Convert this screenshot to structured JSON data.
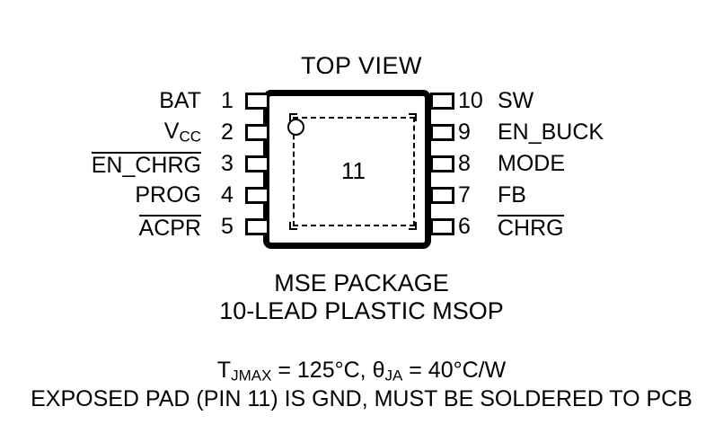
{
  "title": "TOP VIEW",
  "package": {
    "name": "MSE PACKAGE",
    "leads": "10-LEAD PLASTIC MSOP",
    "exposed_pad_number": "11"
  },
  "pins": {
    "left": [
      {
        "num": "1",
        "name": "BAT",
        "overline": false,
        "subscript": ""
      },
      {
        "num": "2",
        "name": "V",
        "overline": false,
        "subscript": "CC"
      },
      {
        "num": "3",
        "name": "EN_CHRG",
        "overline": true,
        "subscript": ""
      },
      {
        "num": "4",
        "name": "PROG",
        "overline": false,
        "subscript": ""
      },
      {
        "num": "5",
        "name": "ACPR",
        "overline": true,
        "subscript": ""
      }
    ],
    "right": [
      {
        "num": "10",
        "name": "SW",
        "overline": false,
        "subscript": ""
      },
      {
        "num": "9",
        "name": "EN_BUCK",
        "overline": false,
        "subscript": ""
      },
      {
        "num": "8",
        "name": "MODE",
        "overline": false,
        "subscript": ""
      },
      {
        "num": "7",
        "name": "FB",
        "overline": false,
        "subscript": ""
      },
      {
        "num": "6",
        "name": "CHRG",
        "overline": true,
        "subscript": ""
      }
    ]
  },
  "thermal": {
    "tjmax_symbol": "T",
    "tjmax_sub": "JMAX",
    "tjmax_value": " = 125°C, ",
    "theta_symbol": "θ",
    "theta_sub": "JA",
    "theta_value": " = 40°C/W",
    "full_text": "TJMAX = 125°C, θJA = 40°C/W"
  },
  "notes": {
    "exposed_pad": "EXPOSED PAD (PIN 11) IS GND, MUST BE SOLDERED TO PCB"
  },
  "colors": {
    "ink": "#000000",
    "background": "#ffffff"
  }
}
